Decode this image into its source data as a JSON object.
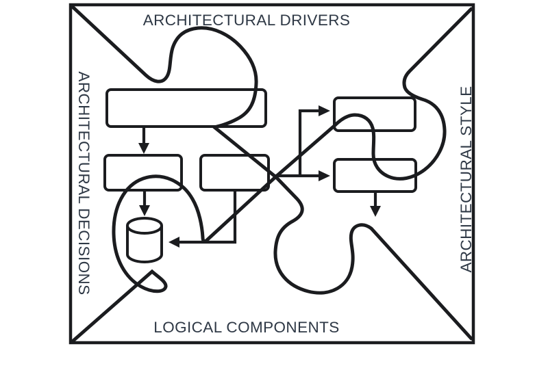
{
  "diagram": {
    "labels": {
      "top": "ARCHITECTURAL DRIVERS",
      "left": "ARCHITECTURAL DECISIONS",
      "right": "ARCHITECTURAL STYLE",
      "bottom": "LOGICAL COMPONENTS"
    },
    "nodes": {
      "top_left_wide_box": "process-box",
      "left_small_box": "process-box",
      "middle_box": "process-box",
      "right_top_box": "process-box",
      "right_bottom_box": "process-box",
      "database": "database-cylinder"
    },
    "colors": {
      "line": "#1b1c1f",
      "text": "#2e3845",
      "background": "#ffffff"
    }
  }
}
